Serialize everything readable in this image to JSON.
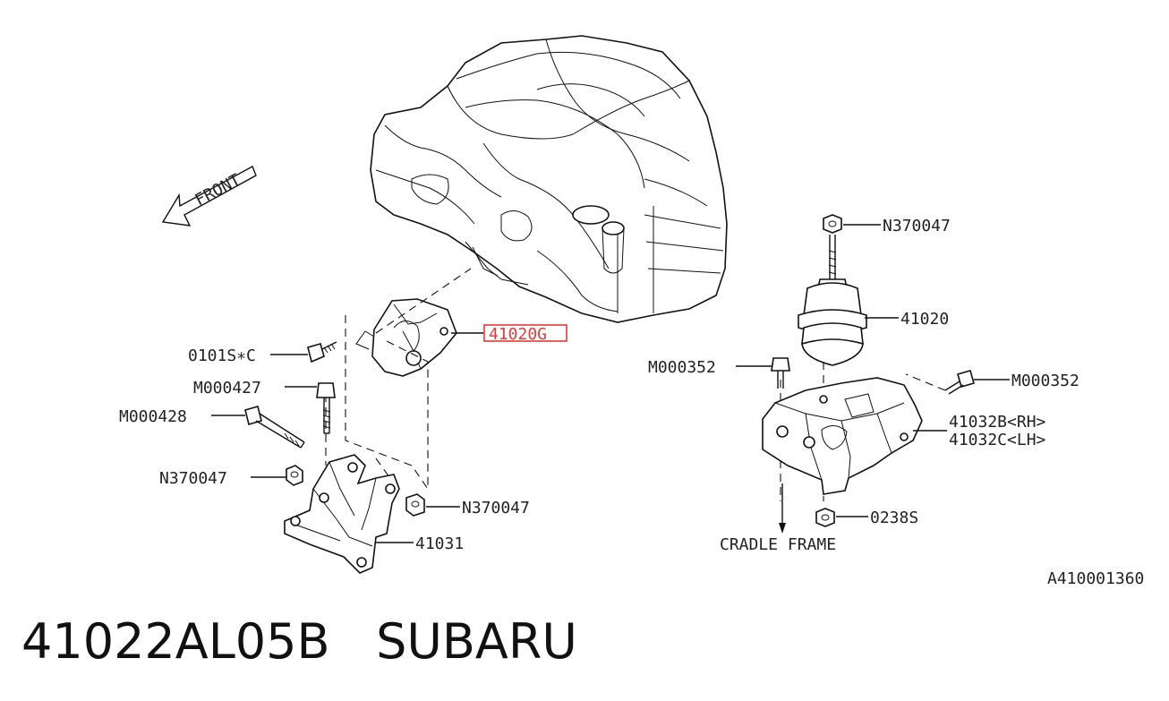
{
  "diagram": {
    "front_label": "FRONT",
    "highlight_part": "41020G",
    "left_assembly": {
      "bolt_top": "0101S∗C",
      "bolt_a": "M000427",
      "bolt_b": "M000428",
      "nut_left": "N370047",
      "nut_right": "N370047",
      "bracket": "41031"
    },
    "right_assembly": {
      "nut_top": "N370047",
      "mount": "41020",
      "bolt_left": "M000352",
      "bolt_right": "M000352",
      "bracket_rh": "41032B<RH>",
      "bracket_lh": "41032C<LH>",
      "nut_bottom": "0238S",
      "frame_label": "CRADLE FRAME"
    },
    "figure_code": "A410001360"
  },
  "footer": {
    "part_number": "41022AL05B",
    "brand": "SUBARU"
  }
}
